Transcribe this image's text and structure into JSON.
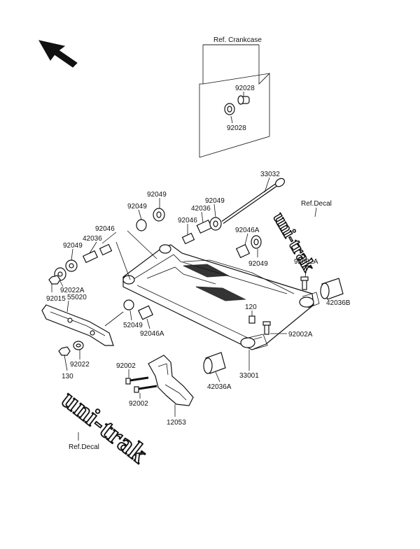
{
  "diagram": {
    "labels": {
      "ref_crankcase": "Ref. Crankcase",
      "p92028a": "92028",
      "p92028b": "92028",
      "p33032": "33032",
      "ref_decal_right": "Ref.Decal",
      "p92049a": "92049",
      "p92049b": "92049",
      "p92049c": "92049",
      "p92049d": "92049",
      "p92049e": "92049",
      "p42036a": "42036",
      "p42036b": "42036",
      "p92046a": "92046",
      "p92046b": "92046",
      "p92046A_right": "92046A",
      "p92046A_left": "92046A",
      "p92022A": "92022A",
      "p92015": "92015",
      "p55020": "55020",
      "p92002A_top": "92002A",
      "p42036B": "42036B",
      "p120": "120",
      "p92002A_bottom": "92002A",
      "p52049": "52049",
      "p92022": "92022",
      "p130": "130",
      "p92002a": "92002",
      "p92002b": "92002",
      "p42036A": "42036A",
      "p33001": "33001",
      "p12053": "12053",
      "ref_decal_left": "Ref.Decal",
      "decal_uni_trak": "uni-trak",
      "decal_uni_trak_right": "uni-trak"
    },
    "icons": {
      "direction_arrow": "arrow-icon"
    }
  }
}
